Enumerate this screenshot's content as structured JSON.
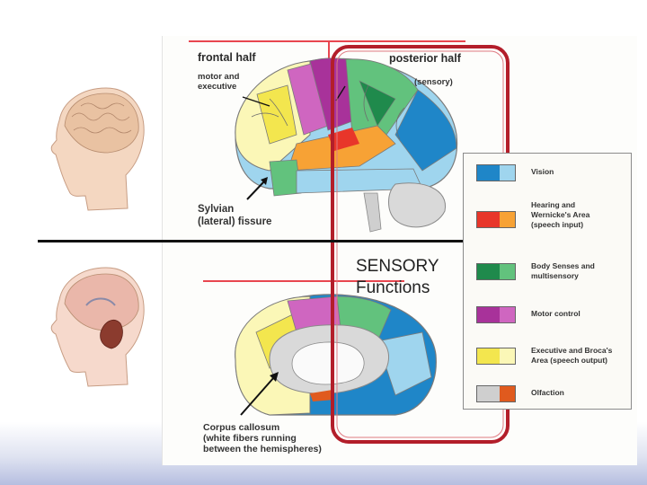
{
  "labels": {
    "frontal_half": "frontal half",
    "frontal_sub": "motor and\nexecutive",
    "posterior_half": "posterior half",
    "posterior_sub": "(sensory)",
    "sylvian": "Sylvian\n(lateral) fissure",
    "corpus": "Corpus callosum\n(white fibers running\nbetween the hemispheres)",
    "sensory_functions": "SENSORY\nFunctions"
  },
  "legend": [
    {
      "label": "Vision",
      "colors": [
        "#1f86c8",
        "#9fd5ee"
      ]
    },
    {
      "label": "Hearing and\nWernicke's Area\n(speech input)",
      "colors": [
        "#e8362a",
        "#f7a235"
      ]
    },
    {
      "label": "Body Senses and\nmultisensory",
      "colors": [
        "#1f8a4c",
        "#62c27d"
      ]
    },
    {
      "label": "Motor control",
      "colors": [
        "#a8329a",
        "#cf66c0"
      ]
    },
    {
      "label": "Executive and Broca's\nArea (speech output)",
      "colors": [
        "#f3e64e",
        "#fbf7b7"
      ]
    },
    {
      "label": "Olfaction",
      "colors": [
        "#cfcfcf",
        "#e05a1e"
      ]
    }
  ],
  "colors": {
    "highlight": "#b31e2a",
    "divider": "#111111",
    "indicator": "#e8464f"
  }
}
